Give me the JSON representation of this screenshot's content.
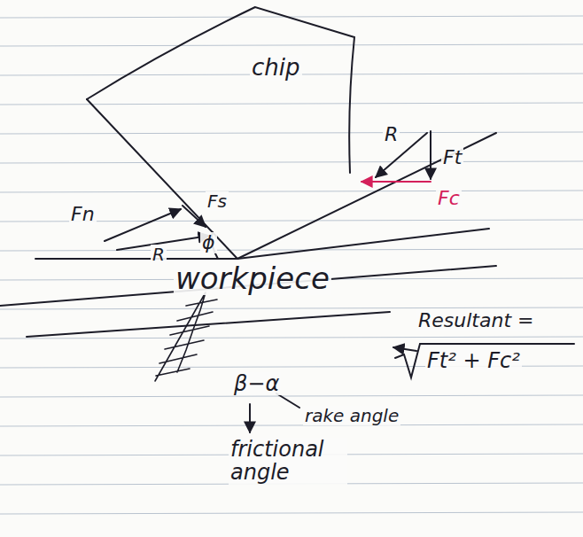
{
  "diagram": {
    "nodes": [
      {
        "text": [
          "chip"
        ]
      }
    ],
    "labels": [
      "R",
      "Ft",
      "Fc",
      "Fn",
      "Fs",
      "R",
      "ϕ",
      "workpiece",
      "Resultant =",
      "Ft² + Fc²",
      "β−α",
      "rake angle",
      "frictional angle"
    ]
  }
}
